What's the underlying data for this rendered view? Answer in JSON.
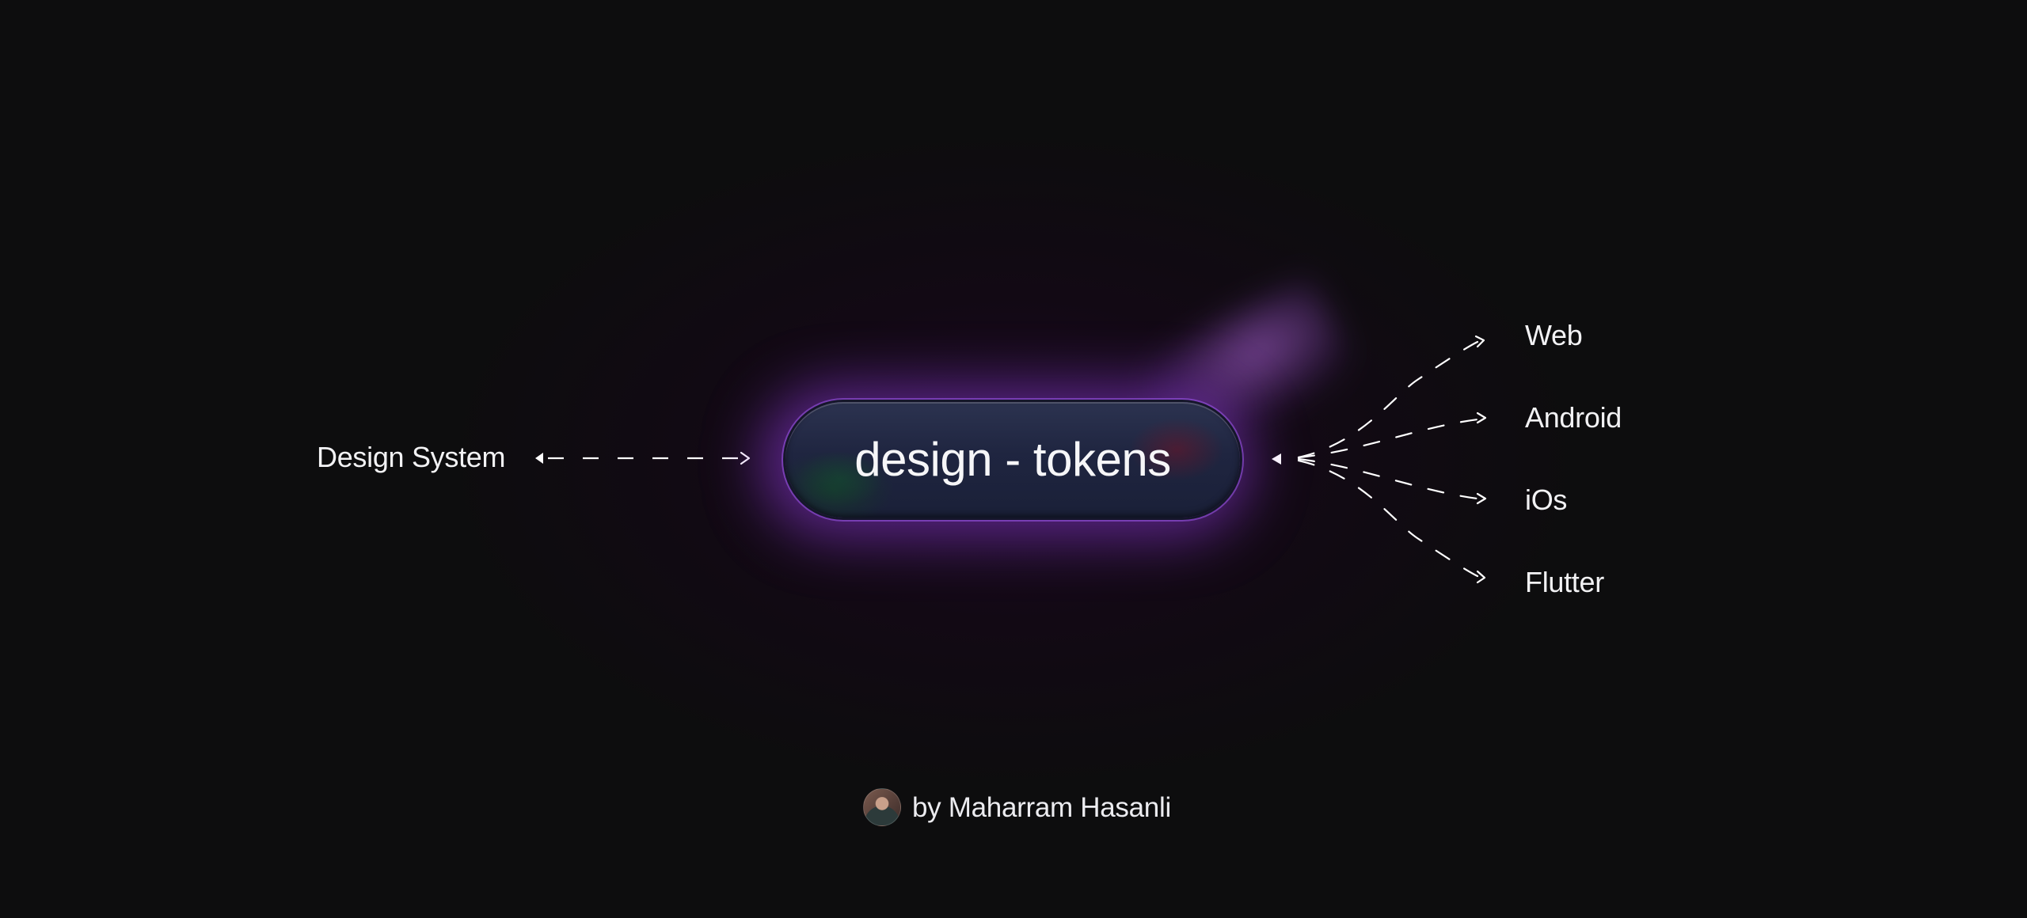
{
  "center": {
    "label": "design - tokens"
  },
  "source": {
    "label": "Design System"
  },
  "targets": [
    {
      "label": "Web"
    },
    {
      "label": "Android"
    },
    {
      "label": "iOs"
    },
    {
      "label": "Flutter"
    }
  ],
  "author": {
    "label": "by Maharram Hasanli",
    "avatar_icon": "avatar-photo"
  },
  "colors": {
    "background": "#0d0d0e",
    "accent_glow": "#9b3ce6",
    "pill": "#1f2540",
    "text": "#f2f2f4"
  }
}
